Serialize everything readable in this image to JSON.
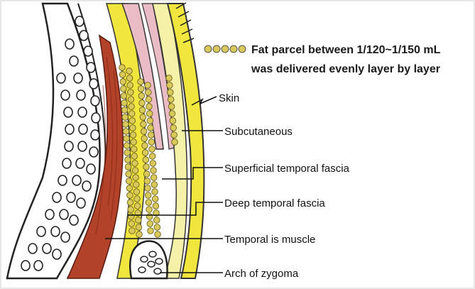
{
  "legend": {
    "line1": "Fat parcel between 1/120~1/150 mL",
    "line2": "was delivered evenly layer by layer",
    "marker": "fat-parcel-dots"
  },
  "labels": {
    "skin": "Skin",
    "subcutaneous": "Subcutaneous",
    "superficial_fascia": "Superficial temporal fascia",
    "deep_fascia": "Deep temporal fascia",
    "muscle": "Temporal is muscle",
    "zygoma": "Arch of zygoma"
  },
  "colors": {
    "skin": "#f1e63e",
    "subcutaneous": "#f6f1a8",
    "fascia_pink": "#e9bcc6",
    "muscle": "#b2432a",
    "fat_parcel": "#d8c95a",
    "bone_outline": "#222222"
  }
}
